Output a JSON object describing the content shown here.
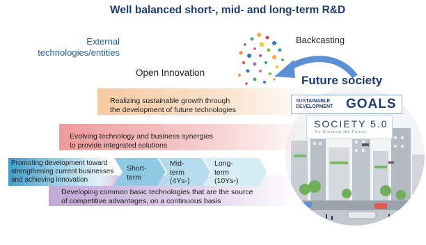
{
  "title": "Well balanced short-, mid- and long-term R&D",
  "external": {
    "line1": "External",
    "line2": "technologies/entities"
  },
  "open_innovation": "Open Innovation",
  "backcasting": "Backcasting",
  "future_society": "Future society",
  "sdg": {
    "small1": "SUSTAINABLE",
    "small2": "DEVELOPMENT",
    "goals": "GOALS"
  },
  "society50": {
    "main": "SOCIETY 5.0",
    "sub": "Co-Creating the Future"
  },
  "bands": {
    "orange": {
      "line1": "Realizing sustainable growth through",
      "line2": "the development of future technologies"
    },
    "red": {
      "line1": "Evolving technology and business synergies",
      "line2": "to provide integrated solutions"
    },
    "teal": {
      "line1": "Promoting development toward",
      "line2": "strengthening current businesses",
      "line3": "and achieving innovation"
    },
    "purple": {
      "line1": "Developing common basic technologies that are the source",
      "line2": "of competitive advantages, on a continuous basis"
    }
  },
  "terms": {
    "short": {
      "l1": "Short-",
      "l2": "term"
    },
    "mid": {
      "l1": "Mid-",
      "l2": "term",
      "l3": "(4Ys-)"
    },
    "long": {
      "l1": "Long-",
      "l2": "term",
      "l3": "(10Ys-)"
    }
  },
  "colors": {
    "title": "#1d3c7a",
    "external_text": "#1f5fa8",
    "orange_band": "#f7c9a0",
    "red_band": "#ef9a9a",
    "teal_band": "#4da9cf",
    "purple_band": "#c2a8d6",
    "arrow": "#5b8fd6"
  }
}
